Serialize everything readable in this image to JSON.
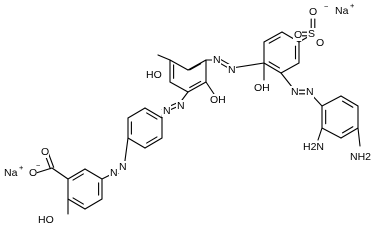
{
  "figure": {
    "kind": "chemical structure drawing",
    "background_color": "#ffffff",
    "ink_color": "#000000"
  },
  "labels": {
    "ho_benzoate": "HO",
    "ho_diol_left": "HO",
    "oh_diol": "OH",
    "oh_sulfo_ring": "OH",
    "azo_n1": "N",
    "azo_n2": "N",
    "azo_n3": "N",
    "azo_n4": "N",
    "azo_n5": "N",
    "azo_n6": "N",
    "azo_n7": "N",
    "azo_n8": "N",
    "carboxyl_o_double": "O",
    "carboxyl_o_single": "O",
    "carboxyl_charge": "−",
    "sodium_left": "Na",
    "sodium_left_charge": "+",
    "sulfonate_s": "S",
    "sulfonate_o_top": "O",
    "sulfonate_o_left": "O",
    "sulfonate_o_bottom": "O",
    "sulfonate_charge": "−",
    "sodium_right": "Na",
    "sodium_right_charge": "+",
    "amine_2": "H2N",
    "amine_4": "NH2"
  }
}
